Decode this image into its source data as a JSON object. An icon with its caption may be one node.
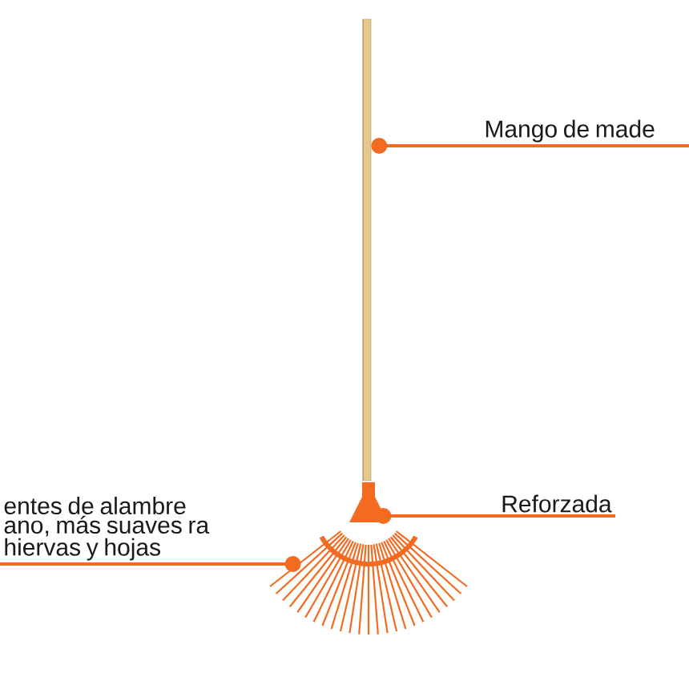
{
  "diagram": {
    "nodes": [
      {
        "text": [
          "Mango de made"
        ]
      },
      {
        "text": [],
        "shape": "picture"
      },
      {
        "text": [
          "Reforzada"
        ]
      },
      {
        "text": [],
        "shape": "picture"
      },
      {
        "text": [
          "entes de alambre ano, más suaves ra hiervas y hojas"
        ]
      },
      {
        "text": [],
        "shape": "picture"
      }
    ],
    "edges": [
      {
        "from": 0,
        "to": 1,
        "arrow": "other"
      },
      {
        "from": 2,
        "to": 3,
        "arrow": "other"
      },
      {
        "from": 4,
        "to": 5,
        "arrow": "other"
      }
    ]
  }
}
